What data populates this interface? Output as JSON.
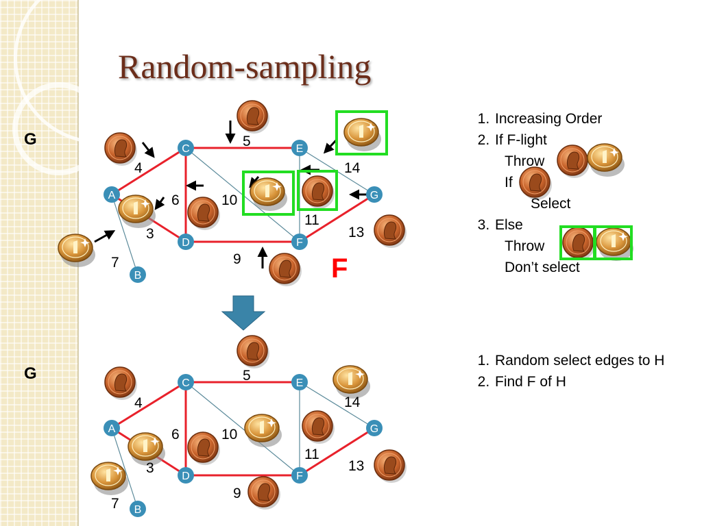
{
  "slide": {
    "title": "Random-sampling",
    "graph_top_label": "G",
    "graph_bottom_label": "G",
    "forest_label": "F"
  },
  "graph": {
    "nodes": [
      "A",
      "B",
      "C",
      "D",
      "E",
      "F",
      "G"
    ],
    "edges": [
      {
        "from": "A",
        "to": "C",
        "weight": "4"
      },
      {
        "from": "A",
        "to": "D",
        "weight": "3"
      },
      {
        "from": "A",
        "to": "B",
        "weight": "7"
      },
      {
        "from": "C",
        "to": "E",
        "weight": "5"
      },
      {
        "from": "C",
        "to": "D",
        "weight": "6"
      },
      {
        "from": "C",
        "to": "F",
        "weight": "10"
      },
      {
        "from": "D",
        "to": "F",
        "weight": "9"
      },
      {
        "from": "E",
        "to": "F",
        "weight": "11"
      },
      {
        "from": "E",
        "to": "G",
        "weight": "14"
      },
      {
        "from": "F",
        "to": "G",
        "weight": "13"
      }
    ],
    "edge_colors": {
      "forest": "#e8212b",
      "other": "#5b8a9a"
    },
    "node_color": "#3a8fb7",
    "highlight_color": "#22dd22"
  },
  "algorithm_steps": {
    "items": [
      {
        "main": "Increasing Order"
      },
      {
        "main": "If F-light",
        "sub1": "Throw",
        "sub2": "If",
        "sub3": "Select"
      },
      {
        "main": "Else",
        "sub1": "Throw",
        "sub2": "Don’t select"
      }
    ]
  },
  "sampling_steps": {
    "items": [
      "Random select edges to H",
      "Find F of H"
    ]
  },
  "icons": {
    "coin_heads": "penny-heads-icon",
    "coin_tails": "coin-tails-icon",
    "arrow_down": "down-arrow-icon"
  }
}
